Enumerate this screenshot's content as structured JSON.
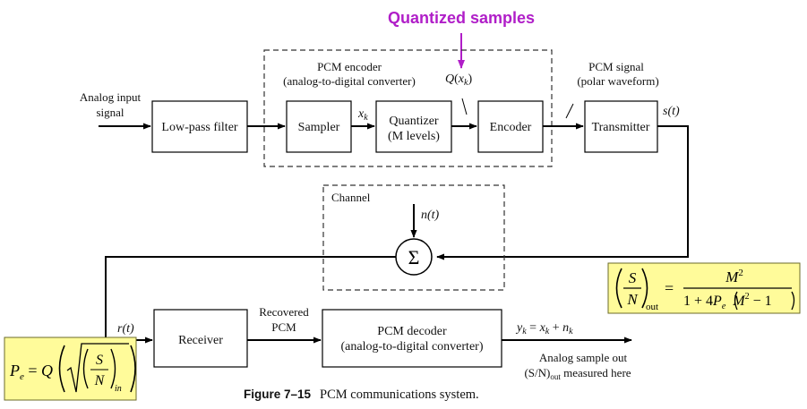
{
  "accent_color": "#b01ec8",
  "highlight_color": "#fffb9a",
  "annotation": {
    "quantized_samples": "Quantized samples"
  },
  "blocks": {
    "lowpass": "Low-pass filter",
    "sampler": "Sampler",
    "quantizer_line1": "Quantizer",
    "quantizer_line2": "(M levels)",
    "encoder": "Encoder",
    "transmitter": "Transmitter",
    "receiver": "Receiver",
    "decoder_line1": "PCM decoder",
    "decoder_line2": "(analog-to-digital converter)",
    "summer_symbol": "Σ"
  },
  "groups": {
    "encoder_title_line1": "PCM encoder",
    "encoder_title_line2": "(analog-to-digital converter)",
    "channel_title": "Channel"
  },
  "signals": {
    "analog_input_line1": "Analog input",
    "analog_input_line2": "signal",
    "xk": "x",
    "xk_sub": "k",
    "qxk_q": "Q",
    "qxk_open": "(",
    "qxk_x": "x",
    "qxk_sub": "k",
    "qxk_close": ")",
    "pcm_signal_line1": "PCM signal",
    "pcm_signal_line2": "(polar waveform)",
    "st": "s(t)",
    "nt": "n(t)",
    "rt": "r(t)",
    "recovered_line1": "Recovered",
    "recovered_line2": "PCM",
    "yk_y": "y",
    "yk_sub": "k",
    "yk_eq": " = ",
    "yk_x": "x",
    "yk_sub2": "k",
    "yk_plus": " + ",
    "yk_n": "n",
    "yk_sub3": "k",
    "analog_out_line1": "Analog sample out",
    "analog_out_line2_pre": "(S/N)",
    "analog_out_line2_sub": "out",
    "analog_out_line2_post": " measured here"
  },
  "equations": {
    "snr_out": {
      "S": "S",
      "N": "N",
      "sub": "out",
      "equals": "=",
      "num": "M",
      "num_exp": "2",
      "den_pre": "1 + 4",
      "den_P": "P",
      "den_Psub": "e",
      "den_M": "M",
      "den_exp": "2",
      "den_minus": " − 1"
    },
    "pe": {
      "P": "P",
      "Psub": "e",
      "equals": " = ",
      "Q": "Q",
      "S": "S",
      "N": "N",
      "sub": "in"
    }
  },
  "caption": {
    "label": "Figure 7–15",
    "text": "PCM communications system."
  }
}
